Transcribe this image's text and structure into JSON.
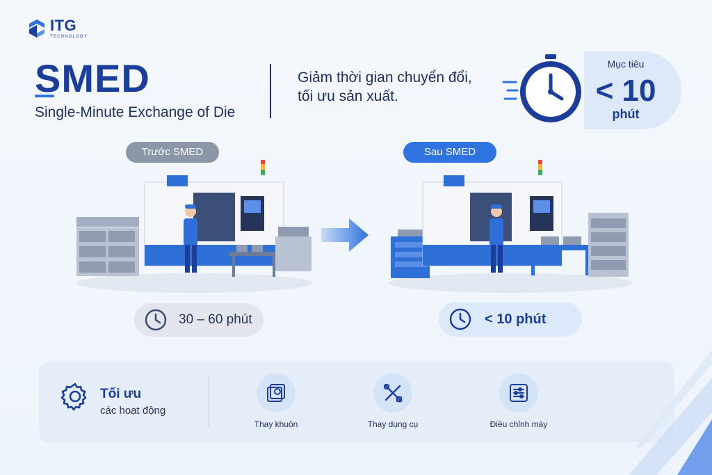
{
  "brand": {
    "name": "ITG",
    "sub": "TECHNOLOGY"
  },
  "header": {
    "title": "SMED",
    "subtitle": "Single-Minute Exchange of Die",
    "tagline_line1": "Giảm thời gian chuyển đổi,",
    "tagline_line2": "tối ưu sản xuất."
  },
  "target": {
    "label": "Mục tiêu",
    "value": "< 10",
    "unit": "phút"
  },
  "comparison": {
    "before": {
      "label": "Trước SMED",
      "time": "30 – 60 phút"
    },
    "after": {
      "label": "Sau SMED",
      "time": "< 10 phút"
    }
  },
  "panel": {
    "title": "Tối ưu",
    "subtitle": "các hoạt động",
    "features": [
      {
        "label": "Thay khuôn",
        "icon": "die-change-icon"
      },
      {
        "label": "Thay dụng cụ",
        "icon": "tools-icon"
      },
      {
        "label": "Điều chỉnh máy",
        "icon": "machine-adjust-icon"
      }
    ]
  },
  "colors": {
    "primary": "#1b3e9b",
    "accent": "#2f73e0",
    "muted": "#8b96a8"
  }
}
